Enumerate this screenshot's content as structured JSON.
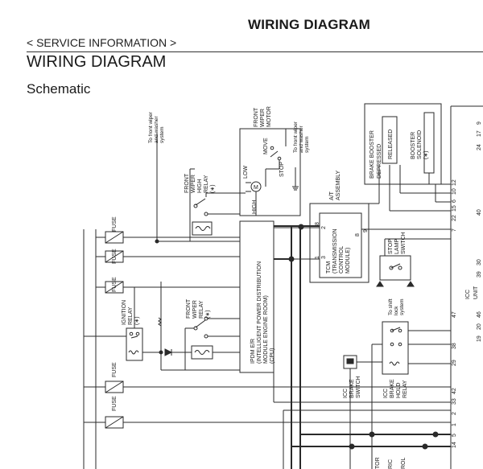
{
  "header": {
    "running_title": "WIRING DIAGRAM",
    "section": "< SERVICE INFORMATION >",
    "page_title": "WIRING DIAGRAM",
    "subtitle": "Schematic"
  },
  "labels": {
    "to_front_wiper_washer_1": [
      "To front wiper",
      "and washer",
      "system"
    ],
    "to_front_wiper_washer_2": [
      "To front wiper",
      "and washer",
      "system"
    ],
    "front_wiper_motor": [
      "FRONT",
      "WIPER",
      "MOTOR"
    ],
    "move": "MOVE",
    "stop": "STOP",
    "low": "LOW",
    "high": "HIGH",
    "motor_symbol": "M",
    "front_wiper_high_relay": [
      "FRONT",
      "WIPER",
      "HIGH",
      "RELAY",
      "(∗)"
    ],
    "at_assembly": [
      "A/T",
      "ASSEMBLY"
    ],
    "tcm": [
      "TCM",
      "(TRANSMISSION",
      "CONTROL",
      "MODULE)"
    ],
    "tcm_pins": [
      "2",
      "8",
      "1",
      "3",
      "8",
      "9"
    ],
    "brake_booster": [
      "BRAKE BOOSTER",
      "DEPRESSED"
    ],
    "released": "RELEASED",
    "booster_solenoid": [
      "BOOSTER",
      "SOLENOID",
      "(∗)"
    ],
    "booster_pins": [
      "12",
      "10",
      "6",
      "15",
      "22",
      "7"
    ],
    "ipdm": [
      "IPDM E/R",
      "(INTELLIGENT POWER DISTRIBUTION",
      "MODULE ENGINE ROOM)",
      "(CPU)"
    ],
    "front_wiper_relay": [
      "FRONT",
      "WIPER",
      "RELAY",
      "(∗)"
    ],
    "ignition_relay": [
      "IGNITION",
      "RELAY",
      "(∗)"
    ],
    "fuse": "FUSE",
    "stop_lamp_switch": [
      "STOP",
      "LAMP",
      "SWITCH"
    ],
    "to_shift_lock": [
      "To shift",
      "lock",
      "system"
    ],
    "icc_brake_switch": [
      "ICC",
      "BRAKE",
      "SWITCH"
    ],
    "icc_brake_hold_relay": [
      "ICC",
      "BRAKE",
      "HOLD",
      "RELAY"
    ],
    "icc_unit": [
      "ICC",
      "UNIT"
    ],
    "icc_pins": [
      "47",
      "38",
      "29",
      "42",
      "33",
      "2",
      "1",
      "5",
      "14"
    ],
    "right_edge_pins": [
      "9",
      "17",
      "24",
      "40",
      "30",
      "39",
      "46",
      "20",
      "19"
    ],
    "bottom_labels": [
      "TOR",
      "RIC",
      "ROL"
    ]
  }
}
